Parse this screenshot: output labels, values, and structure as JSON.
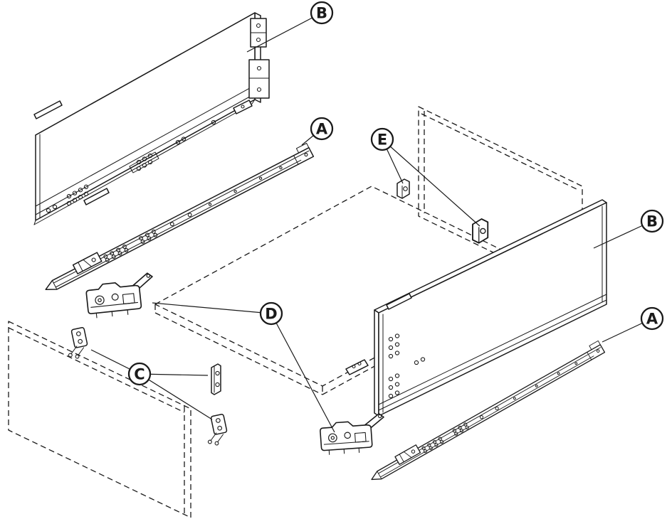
{
  "diagram": {
    "callouts": [
      {
        "letter": "B"
      },
      {
        "letter": "A"
      },
      {
        "letter": "E"
      },
      {
        "letter": "B"
      },
      {
        "letter": "A"
      },
      {
        "letter": "C"
      },
      {
        "letter": "D"
      }
    ],
    "colors": {
      "line": "#1a1a1a",
      "background": "#ffffff"
    }
  }
}
